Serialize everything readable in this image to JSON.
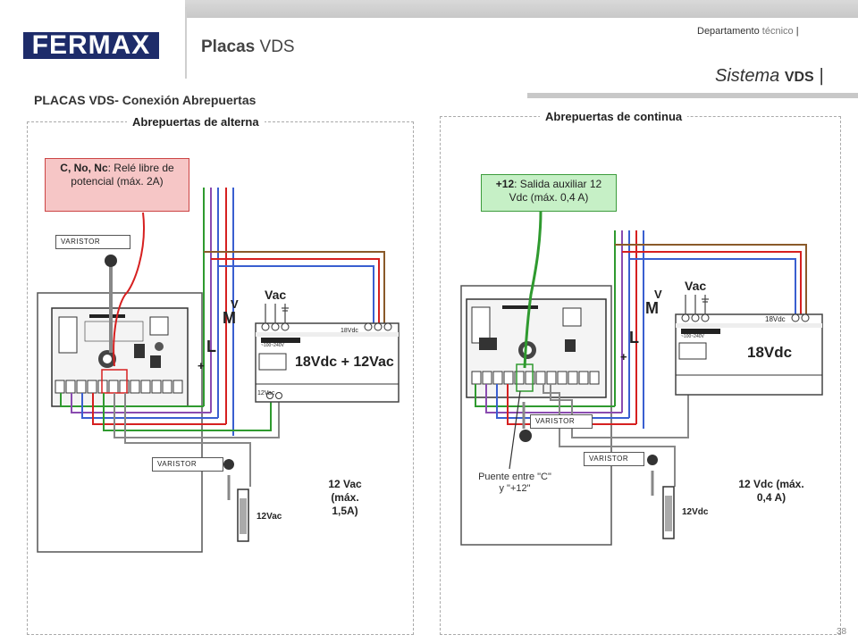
{
  "header": {
    "brand": "FERMAX",
    "title_bold": "Placas",
    "title_rest": "VDS",
    "dept_main": "Departamento",
    "dept_light": "técnico",
    "system_prefix": "Sistema",
    "system_bold": "VDS"
  },
  "section": {
    "prefix": "PLACAS VDS-",
    "title": "Conexión Abrepuertas"
  },
  "left_panel": {
    "title": "Abrepuertas de alterna",
    "callout_bold": "C, No, Nc",
    "callout_rest": ": Relé libre de potencial (máx. 2A)",
    "varistor_top": "VARISTOR",
    "varistor_bottom": "VARISTOR",
    "voltage": "12 Vac (máx. 1,5A)",
    "psu_label": "18Vdc + 12Vac",
    "lock_label": "12Vac",
    "psu_out1": "18Vdc",
    "psu_out2": "12Vac",
    "vac_label": "Vac",
    "psu_in": "~100~240V",
    "colors": {
      "red": "#d62020",
      "blue": "#3a5fd0",
      "purple": "#8a4bb0",
      "green": "#2f9a2f",
      "brown": "#8a5a2a",
      "grey": "#888888"
    }
  },
  "right_panel": {
    "title": "Abrepuertas de continua",
    "callout_bold": "+12",
    "callout_rest": ": Salida auxiliar 12 Vdc (máx. 0,4 A)",
    "varistor_top": "VARISTOR",
    "varistor_bottom": "VARISTOR",
    "voltage": "12 Vdc (máx. 0,4 A)",
    "bridge_note": "Puente entre \"C\" y \"+12\"",
    "psu_label": "18Vdc",
    "lock_label": "12Vdc",
    "psu_out1": "18Vdc",
    "vac_label": "Vac",
    "psu_in": "~100~240V"
  },
  "wire_labels": {
    "v": "V",
    "m": "M",
    "l": "L",
    "plus": "+",
    "minus": "–"
  },
  "page_number": "38"
}
